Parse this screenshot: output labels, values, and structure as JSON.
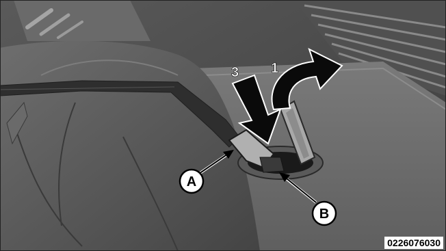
{
  "illustration": {
    "subject": "grayscale illustration of a seat belt and buckle under a raised flap",
    "steps": {
      "first": "1",
      "third": "3"
    },
    "callouts": {
      "a": "A",
      "b": "B"
    },
    "figure_id": "0226076030",
    "colors": {
      "background_dark": "#4a4a4a",
      "highlight": "#9a9a9a",
      "arrow_fill": "#0a0a0a",
      "callout_fill": "#ffffff"
    }
  }
}
